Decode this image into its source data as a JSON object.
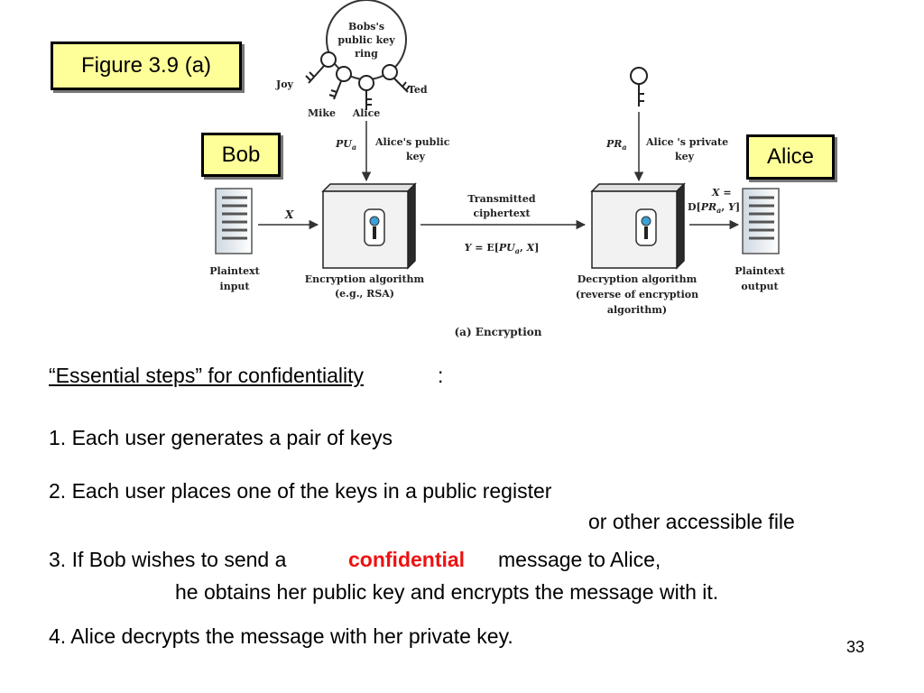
{
  "labels": {
    "figure": "Figure 3.9 (a)",
    "bob": "Bob",
    "alice": "Alice"
  },
  "diagram": {
    "key_ring": [
      "Bobs's",
      "public key",
      "ring"
    ],
    "ring_names": {
      "joy": "Joy",
      "mike": "Mike",
      "alice": "Alice",
      "ted": "Ted"
    },
    "pu_a": "PUa",
    "alice_public_key": [
      "Alice's public",
      "key"
    ],
    "pr_a": "PRa",
    "alice_private_key": [
      "Alice 's private",
      "key"
    ],
    "x": "X",
    "x_equals": "X =",
    "decrypt_formula": "D[PRa, Y]",
    "transmitted": [
      "Transmitted",
      "ciphertext"
    ],
    "y_formula": "Y = E[PUa, X]",
    "plaintext_input": [
      "Plaintext",
      "input"
    ],
    "encryption_algorithm": [
      "Encryption algorithm",
      "(e.g., RSA)"
    ],
    "decryption_algorithm": [
      "Decryption algorithm",
      "(reverse of encryption",
      "algorithm)"
    ],
    "plaintext_output": [
      "Plaintext",
      "output"
    ],
    "caption": "(a) Encryption"
  },
  "content": {
    "heading": "“Essential steps” for confidentiality",
    "heading_colon": ":",
    "step1": "1. Each user generates a pair of keys",
    "step2": "2. Each user places one of the keys in a public register",
    "step2_cont": "or other accessible file",
    "step3_start": "3. If Bob wishes to send a",
    "step3_emphasis": "confidential",
    "step3_end": "message to Alice,",
    "step3_cont": "he obtains her public key and encrypts the message with it.",
    "step4": "4. Alice decrypts the message with her private key.",
    "emphasis_color": "#ee1111"
  },
  "page_number": "33"
}
